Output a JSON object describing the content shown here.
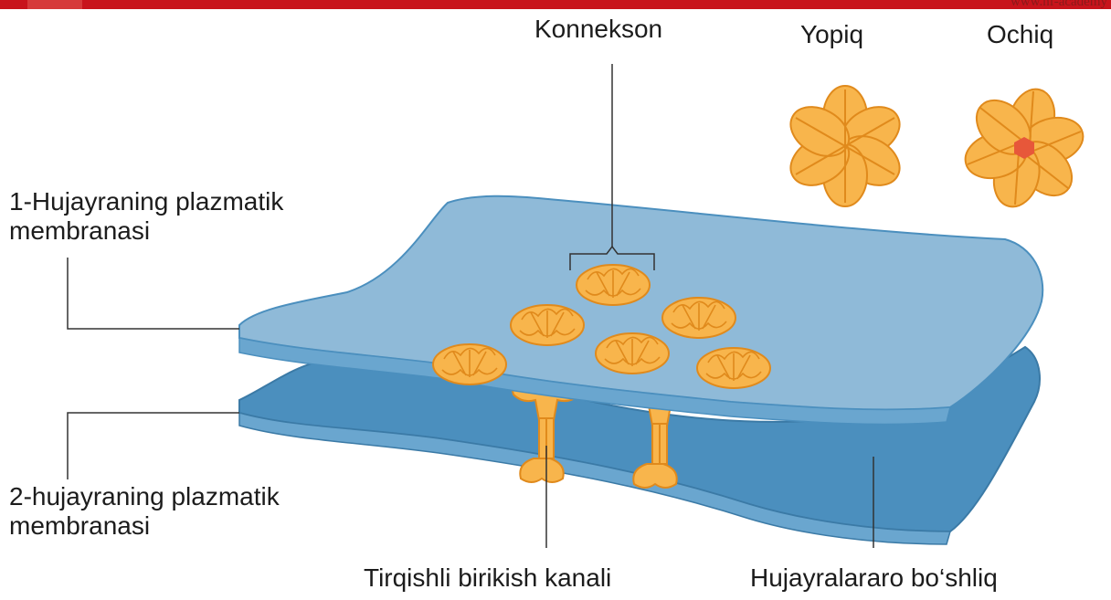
{
  "header": {
    "url": "www.nf-academy",
    "bar_color": "#c8141c"
  },
  "labels": {
    "konnekson": "Konnekson",
    "closed": "Yopiq",
    "open": "Ochiq",
    "membrane_1": "1-Hujayraning plazmatik membranasi",
    "membrane_2": "2-hujayraning plazmatik membranasi",
    "channel": "Tirqishli birikish kanali",
    "intercellular_space": "Hujayralararo bo‘shliq"
  },
  "colors": {
    "membrane_top": "#8fbad8",
    "membrane_bottom": "#4b8fbe",
    "connexon": "#f8b54c",
    "connexon_outline": "#e08a1c",
    "pore": "#e7573a"
  }
}
